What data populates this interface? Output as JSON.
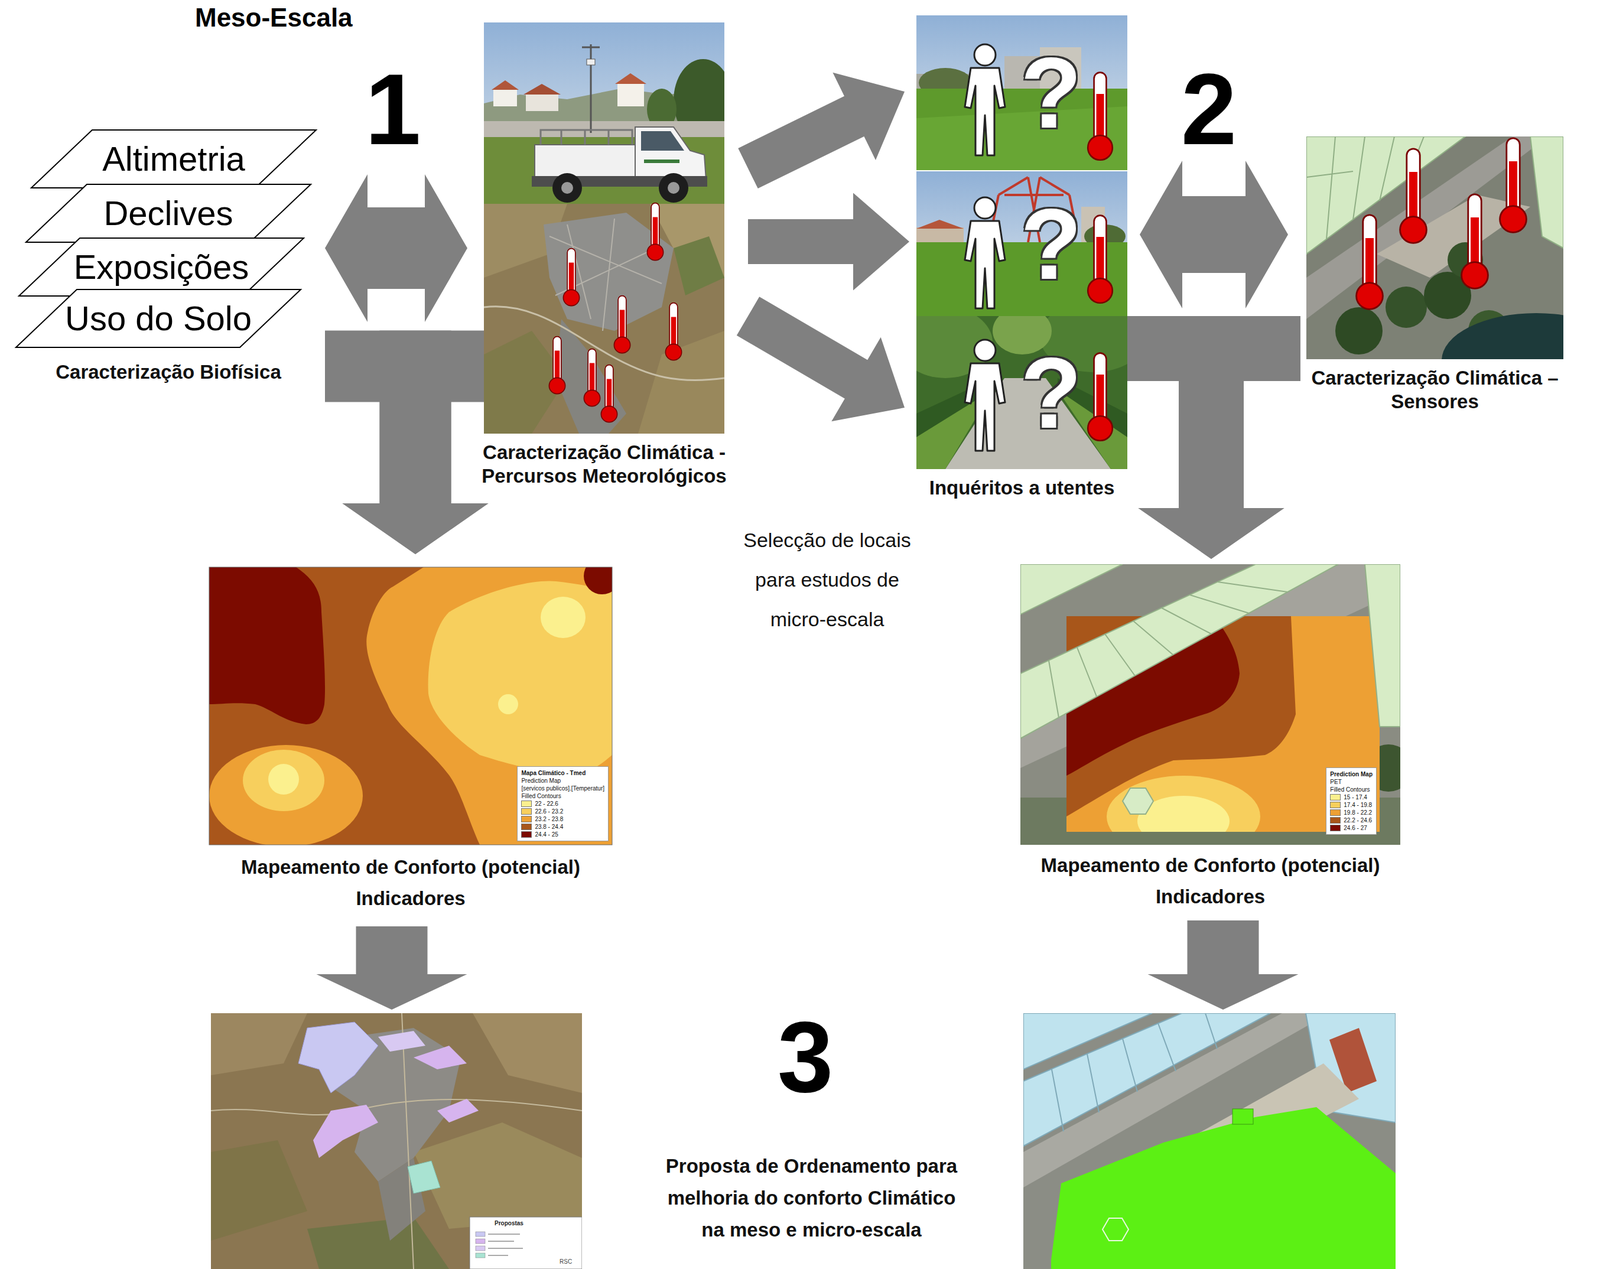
{
  "diagram": {
    "title": "Meso-Escala",
    "nodes": [
      {
        "text": [
          "Caracterização Biofísica"
        ]
      },
      {
        "text": [
          "Altimetria"
        ],
        "in": 0
      },
      {
        "text": [
          "Declives"
        ],
        "in": 0
      },
      {
        "text": [
          "Exposições"
        ],
        "in": 0
      },
      {
        "text": [
          "Uso do Solo"
        ],
        "in": 0
      },
      {
        "text": [
          "Caracterização Climática - Percursos Meteorológicos"
        ]
      },
      {
        "text": [
          "Inquéritos a utentes"
        ]
      },
      {
        "text": [
          "?"
        ],
        "in": 6
      },
      {
        "text": [
          "?"
        ],
        "in": 6
      },
      {
        "text": [
          "?"
        ],
        "in": 6
      },
      {
        "text": [
          "Caracterização Climática – Sensores"
        ]
      },
      {
        "text": [
          "Mapeamento de Conforto (potencial)",
          "Indicadores"
        ]
      },
      {
        "text": [
          "Mapeamento de Conforto (potencial)",
          "Indicadores"
        ]
      },
      {
        "text": [
          "Propostas",
          "RSC"
        ]
      },
      {
        "text": []
      }
    ],
    "edges": [
      {
        "from": 0,
        "to": 5,
        "arrow": "both"
      },
      {
        "from": 5,
        "to": 7,
        "arrow": "to"
      },
      {
        "from": 5,
        "to": 8,
        "arrow": "to"
      },
      {
        "from": 5,
        "to": 9,
        "arrow": "to"
      },
      {
        "from": 6,
        "to": 10,
        "arrow": "both"
      },
      {
        "from": 0,
        "to": 11,
        "arrow": "to"
      },
      {
        "from": 5,
        "to": 11,
        "arrow": "to"
      },
      {
        "from": 6,
        "to": 12,
        "arrow": "to"
      },
      {
        "from": 10,
        "to": 12,
        "arrow": "to"
      },
      {
        "from": 11,
        "to": 13,
        "arrow": "to"
      },
      {
        "from": 12,
        "to": 14,
        "arrow": "to"
      }
    ],
    "labels": [
      "1",
      "2",
      "Selecção de locais para estudos de micro-escala",
      "3",
      "Proposta de Ordenamento para melhoria do conforto Climático na meso e micro-escala",
      "Mapa Climático - Tmed",
      "Prediction Map",
      "[servicos publicos].[Temperatur]",
      "Filled Contours",
      "Prediction Map",
      "PET",
      "Filled Contours"
    ],
    "legend": [
      {
        "text": "22 - 22.6",
        "color": "#fbf08e"
      },
      {
        "text": "22.6 - 23.2",
        "color": "#f7cf5d"
      },
      {
        "text": "23.2 - 23.8",
        "color": "#eda034"
      },
      {
        "text": "23.8 - 24.4",
        "color": "#a8561a"
      },
      {
        "text": "24.4 - 25",
        "color": "#7c0b00"
      },
      {
        "text": "15 - 17.4",
        "color": "#fbf08e"
      },
      {
        "text": "17.4 - 19.8",
        "color": "#f7cf5d"
      },
      {
        "text": "19.8 - 22.2",
        "color": "#eda034"
      },
      {
        "text": "22.2 - 24.6",
        "color": "#a8561a"
      },
      {
        "text": "24.6 - 27",
        "color": "#7c0b00"
      }
    ]
  }
}
